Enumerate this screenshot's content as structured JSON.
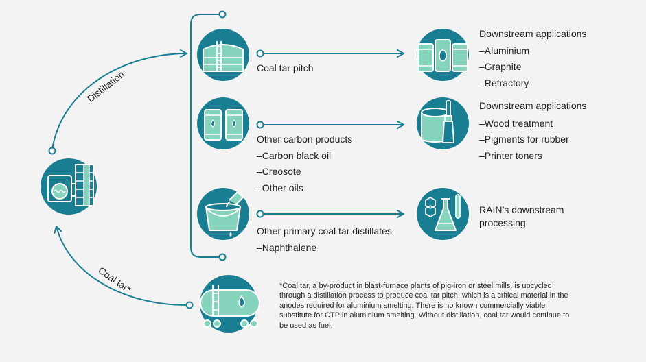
{
  "arrows": {
    "distillation_label": "Distillation",
    "coal_tar_label": "Coal tar*"
  },
  "inputs": {
    "coal_tar_pitch": {
      "label": "Coal tar pitch"
    },
    "other_carbon_products": {
      "label": "Other carbon products",
      "items": [
        "–Carbon black oil",
        "–Creosote",
        "–Other oils"
      ]
    },
    "other_primary_distillates": {
      "label": "Other primary coal tar distillates",
      "items": [
        "–Naphthalene"
      ]
    }
  },
  "outputs": {
    "pitch_applications": {
      "heading": "Downstream applications",
      "items": [
        "–Aluminium",
        "–Graphite",
        "–Refractory"
      ]
    },
    "carbon_applications": {
      "heading": "Downstream applications",
      "items": [
        "–Wood treatment",
        "–Pigments for rubber",
        "–Printer toners"
      ]
    },
    "rain_processing": {
      "label": "RAIN’s downstream processing"
    }
  },
  "footnote": "*Coal tar, a by-product in blast-furnace plants of pig-iron or steel mills, is upcycled through a distillation process to produce coal tar pitch, which is a critical material in the anodes required for aluminium smelting. There is no known commercially viable substitute for CTP in aluminium smelting. Without distillation, coal tar would continue to be used as fuel.",
  "colors": {
    "teal": "#1a7e92",
    "mint": "#86d4bd",
    "background": "#f3f3f3"
  },
  "icons": {
    "distillation_plant": "distillation-plant-icon",
    "pitch_tank": "storage-tank-icon",
    "barrels": "barrels-icon",
    "bucket": "bucket-pour-icon",
    "anodes": "anode-blocks-icon",
    "paint": "paint-can-brush-icon",
    "lab": "lab-flask-icon",
    "tanker": "tank-wagon-icon"
  }
}
